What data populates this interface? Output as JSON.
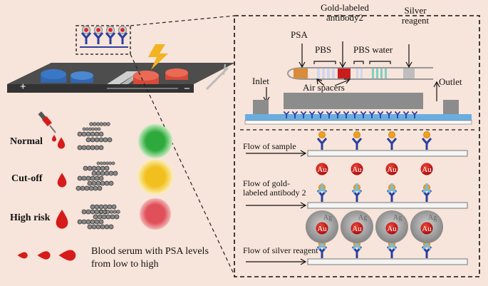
{
  "device": {
    "plus_sign": "+",
    "minus_sign": "−"
  },
  "channel": {
    "labels": {
      "psa": "PSA",
      "gold_antibody": "Gold-labeled antibody2",
      "silver_reagent": "Silver reagent",
      "pbs_1": "PBS",
      "pbs_water": "PBS water",
      "inlet": "Inlet",
      "outlet": "Outlet",
      "air_spacers": "Air spacers"
    }
  },
  "flows": [
    {
      "label": "Flow of sample"
    },
    {
      "label": "Flow of gold-labeled antibody 2"
    },
    {
      "label": "Flow of silver reagent"
    }
  ],
  "particle_labels": {
    "gold": "Au",
    "silver": "Ag"
  },
  "risk_levels": [
    {
      "label": "Normal",
      "indicator_color": "#2eaa3c"
    },
    {
      "label": "Cut-off",
      "indicator_color": "#f2c01e"
    },
    {
      "label": "High risk",
      "indicator_color": "#e0505a"
    }
  ],
  "legend": {
    "line1": "Blood serum with PSA levels",
    "line2": "from low to high"
  },
  "colors": {
    "background": "#f7e4da",
    "blood": "#d61b1b",
    "antibody": "#2b3f9e",
    "gold": "#cc2020",
    "psa": "#f0a01c",
    "chip_blue": "#2f67b3",
    "chip_red": "#d64a3a"
  }
}
